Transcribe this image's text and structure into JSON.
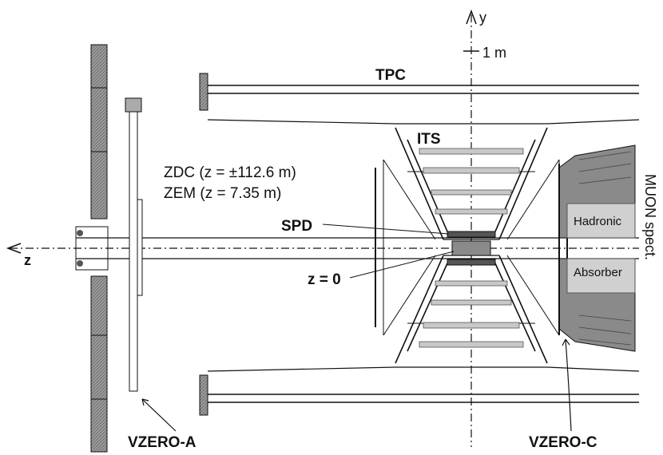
{
  "labels": {
    "y_axis": "y",
    "scale": "1 m",
    "z_axis": "z",
    "tpc": "TPC",
    "its": "ITS",
    "zdc": "ZDC (z = ±112.6 m)",
    "zem": "ZEM (z = 7.35 m)",
    "spd": "SPD",
    "z_zero": "z = 0",
    "muon": "MUON spect.",
    "hadronic": "Hadronic",
    "absorber": "Absorber",
    "vzero_a": "VZERO-A",
    "vzero_c": "VZERO-C"
  },
  "colors": {
    "ink": "#111111",
    "grey": "#8a8a8a",
    "light_grey": "#c8c8c8",
    "dark_grey": "#555555"
  }
}
